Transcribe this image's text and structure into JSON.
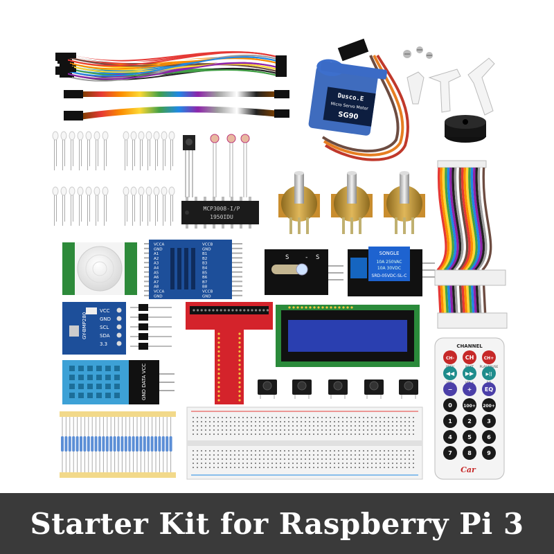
{
  "banner": {
    "title": "Starter Kit for Raspberry Pi 3"
  },
  "servo": {
    "brand": "Dusco.E",
    "model_line": "Micro Servo Motor",
    "model": "SG90"
  },
  "chip": {
    "line1": "MCP3008-I/P",
    "line2": "1950IDU"
  },
  "level_shifter": {
    "left_pins": [
      "VCCA",
      "GND",
      "A1",
      "A2",
      "A3",
      "A4",
      "A5",
      "A6",
      "A7",
      "A8",
      "VCCA",
      "GND"
    ],
    "right_pins": [
      "VCCB",
      "GND",
      "B1",
      "B2",
      "B3",
      "B4",
      "B5",
      "B6",
      "B7",
      "B8",
      "VCCB",
      "GND"
    ]
  },
  "bmp_sensor": {
    "pins": [
      "VCC",
      "GND",
      "SCL",
      "SDA",
      "3.3"
    ],
    "side_label": "GY-BMP280"
  },
  "dht_sensor": {
    "pins_label": "GND DATA VCC"
  },
  "ir_module": {
    "pins": [
      "S",
      "-",
      "S"
    ]
  },
  "relay": {
    "brand": "SONGLE",
    "lines": [
      "10A 250VAC",
      "10A 30VDC",
      "SRD-05VDC-SL-C"
    ]
  },
  "remote": {
    "header": "CHANNEL",
    "rows": [
      [
        {
          "label": "CH-",
          "sub": "PREV"
        },
        {
          "label": "CH",
          "sub": "NEXT"
        },
        {
          "label": "CH+",
          "sub": "PLAY/PAUSE"
        }
      ],
      [
        {
          "label": "◀◀",
          "sub": "VOL-"
        },
        {
          "label": "▶▶",
          "sub": "VOL+"
        },
        {
          "label": "▶||",
          "sub": "EQ"
        }
      ],
      [
        {
          "label": "−",
          "sub": ""
        },
        {
          "label": "+",
          "sub": ""
        },
        {
          "label": "EQ",
          "sub": ""
        }
      ],
      [
        {
          "label": "0",
          "sub": ""
        },
        {
          "label": "100+",
          "sub": ""
        },
        {
          "label": "200+",
          "sub": ""
        }
      ],
      [
        {
          "label": "1",
          "sub": ""
        },
        {
          "label": "2",
          "sub": ""
        },
        {
          "label": "3",
          "sub": ""
        }
      ],
      [
        {
          "label": "4",
          "sub": ""
        },
        {
          "label": "5",
          "sub": ""
        },
        {
          "label": "6",
          "sub": ""
        }
      ],
      [
        {
          "label": "7",
          "sub": ""
        },
        {
          "label": "8",
          "sub": ""
        },
        {
          "label": "9",
          "sub": ""
        }
      ]
    ],
    "brand": "Car"
  },
  "colors": {
    "banner_bg": "#3a3a3a",
    "pcb_blue": "#1d4f9a",
    "pcb_red": "#d4232b",
    "pcb_green": "#2d8a3a",
    "lcd_blue": "#2a3fb0",
    "servo_blue": "#2f5fb8",
    "remote_red": "#c62828",
    "remote_teal": "#1f8c8c",
    "remote_purple": "#4b3fa8",
    "remote_black": "#1a1a1a"
  }
}
